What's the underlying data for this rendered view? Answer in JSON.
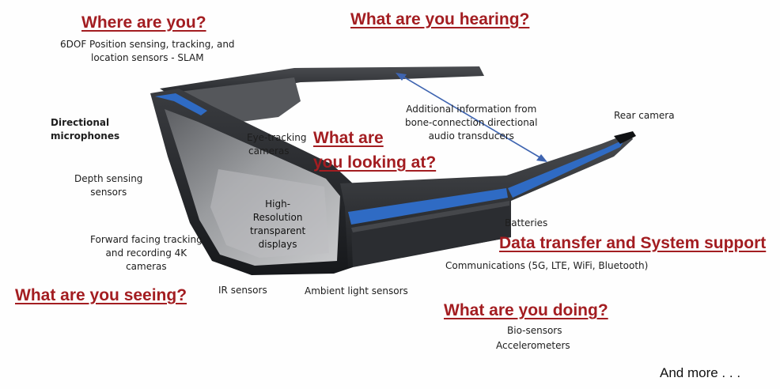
{
  "headings": {
    "where": "Where are you?",
    "hearing": "What are you hearing?",
    "looking_line1": "What are",
    "looking_line2": "you looking at?",
    "data_transfer": "Data transfer and System support",
    "seeing": "What are you seeing?",
    "doing": "What are you doing?"
  },
  "labels": {
    "position_sensing": [
      "6DOF Position sensing, tracking, and",
      "location sensors - SLAM"
    ],
    "directional_mics": [
      "Directional",
      "microphones"
    ],
    "depth_sensing": [
      "Depth sensing",
      "sensors"
    ],
    "forward_cameras": [
      "Forward facing tracking",
      "and recording 4K",
      "cameras"
    ],
    "ir_sensors": "IR sensors",
    "ambient_light": "Ambient light sensors",
    "eye_tracking": [
      "Eye-tracking",
      "cameras"
    ],
    "displays": [
      "High-",
      "Resolution",
      "transparent",
      "displays"
    ],
    "bone_conduction": [
      "Additional information from",
      "bone-connection directional",
      "audio transducers"
    ],
    "rear_camera": "Rear camera",
    "batteries": "Batteries",
    "communications": "Communications (5G, LTE, WiFi, Bluetooth)",
    "bio_sensors": "Bio-sensors",
    "accelerometers": "Accelerometers",
    "and_more": "And more . . ."
  },
  "colors": {
    "heading": "#a31d21",
    "frame_dark": "#2a2c30",
    "accent_blue": "#2f6bc4",
    "arrow": "#3e64b0",
    "lens": "#8c8e92"
  }
}
